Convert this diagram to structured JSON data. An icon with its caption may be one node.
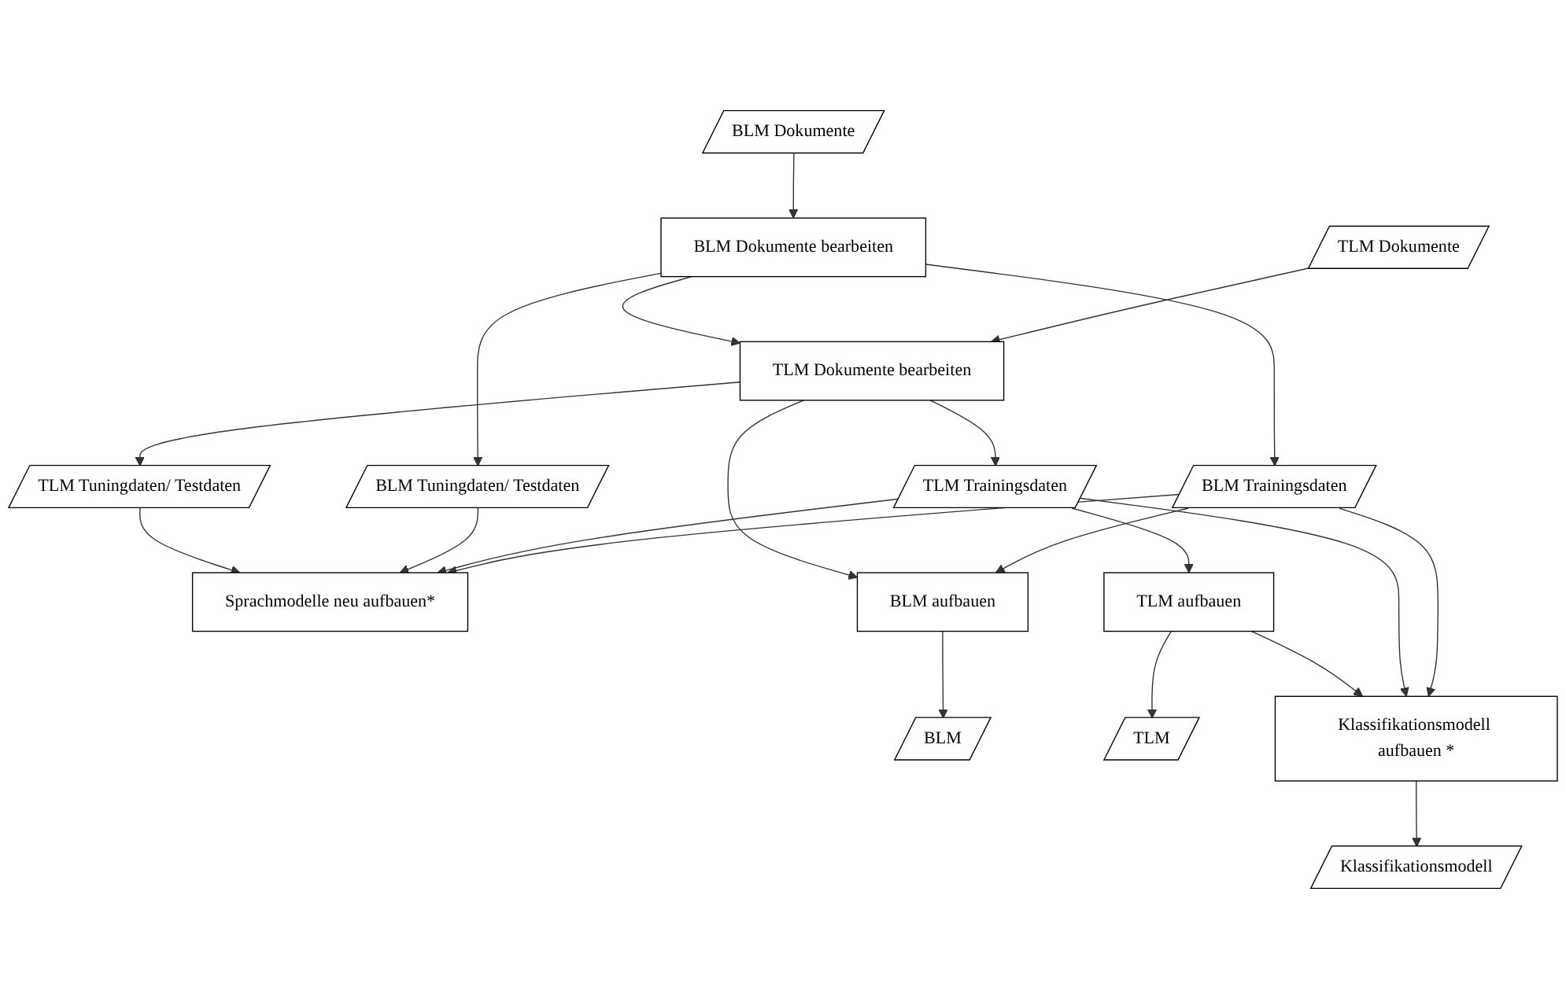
{
  "diagram": {
    "nodes": [
      {
        "text": [
          "BLM Dokumente"
        ]
      },
      {
        "text": [
          "BLM Dokumente bearbeiten"
        ]
      },
      {
        "text": [
          "BLM Trainingsdaten"
        ]
      },
      {
        "text": [
          "BLM Tuningdaten/ Testdaten"
        ]
      },
      {
        "text": [
          "TLM Dokumente"
        ]
      },
      {
        "text": [
          "TLM Dokumente bearbeiten"
        ]
      },
      {
        "text": [
          "TLM Trainingsdaten"
        ]
      },
      {
        "text": [
          "TLM Tuningdaten/ Testdaten"
        ]
      },
      {
        "text": [
          "Sprachmodelle neu aufbauen*"
        ]
      },
      {
        "text": [
          "BLM"
        ]
      },
      {
        "text": [
          "BLM aufbauen"
        ]
      },
      {
        "text": [
          "TLM"
        ]
      },
      {
        "text": [
          "TLM aufbauen"
        ]
      },
      {
        "text": [
          "Klassifikationsmodell"
        ]
      },
      {
        "text": [
          "Klassifikationsmodell aufbauen *"
        ]
      }
    ],
    "edges": [
      {
        "from": 0,
        "to": 1,
        "arrow": "to"
      },
      {
        "from": 1,
        "to": 2,
        "arrow": "to"
      },
      {
        "from": 1,
        "to": 3,
        "arrow": "to"
      },
      {
        "from": 1,
        "to": 5,
        "arrow": "to"
      },
      {
        "from": 4,
        "to": 5,
        "arrow": "to"
      },
      {
        "from": 5,
        "to": 6,
        "arrow": "to"
      },
      {
        "from": 5,
        "to": 7,
        "arrow": "to"
      },
      {
        "from": 5,
        "to": 10,
        "arrow": "to"
      },
      {
        "from": 7,
        "to": 8,
        "arrow": "to"
      },
      {
        "from": 3,
        "to": 8,
        "arrow": "to"
      },
      {
        "from": 6,
        "to": 8,
        "arrow": "to"
      },
      {
        "from": 2,
        "to": 8,
        "arrow": "to"
      },
      {
        "from": 2,
        "to": 10,
        "arrow": "to"
      },
      {
        "from": 10,
        "to": 9,
        "arrow": "to"
      },
      {
        "from": 6,
        "to": 12,
        "arrow": "to"
      },
      {
        "from": 12,
        "to": 11,
        "arrow": "to"
      },
      {
        "from": 12,
        "to": 14,
        "arrow": "to"
      },
      {
        "from": 6,
        "to": 14,
        "arrow": "to"
      },
      {
        "from": 2,
        "to": 14,
        "arrow": "to"
      },
      {
        "from": 14,
        "to": 13,
        "arrow": "to"
      }
    ]
  }
}
